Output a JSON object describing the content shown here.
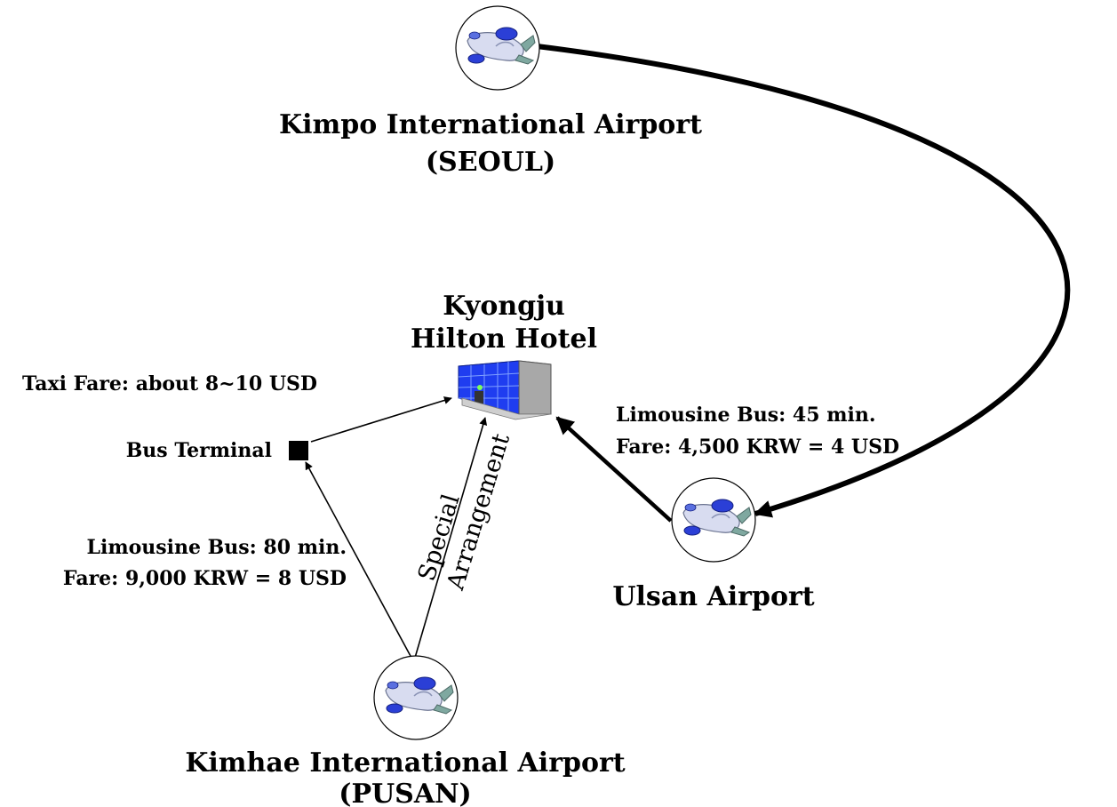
{
  "nodes": {
    "kimpo": {
      "name": "Kimpo International Airport",
      "city": "(SEOUL)",
      "icon": "airplane-icon"
    },
    "ulsan": {
      "name": "Ulsan Airport",
      "icon": "airplane-icon"
    },
    "kimhae": {
      "name": "Kimhae International Airport",
      "city": "(PUSAN)",
      "icon": "airplane-icon"
    },
    "hotel": {
      "line1": "Kyongju",
      "line2": "Hilton Hotel",
      "icon": "hotel-building-icon"
    },
    "bus_terminal": {
      "label": "Bus Terminal",
      "icon": "square-marker-icon"
    }
  },
  "routes": {
    "taxi": {
      "label": "Taxi Fare: about 8~10 USD"
    },
    "ulsan_bus": {
      "line1": "Limousine Bus: 45 min.",
      "line2": "Fare: 4,500 KRW = 4 USD"
    },
    "kimhae_bus": {
      "line1": "Limousine Bus: 80 min.",
      "line2": "Fare: 9,000 KRW = 8 USD"
    },
    "special": {
      "line1": "Special",
      "line2": "Arrangement"
    }
  },
  "colors": {
    "line": "#000000",
    "plane_body": "#d8dcf0",
    "plane_accent": "#2b3fd6",
    "building_glass": "#1f3df0",
    "building_side": "#a8a8a8"
  }
}
